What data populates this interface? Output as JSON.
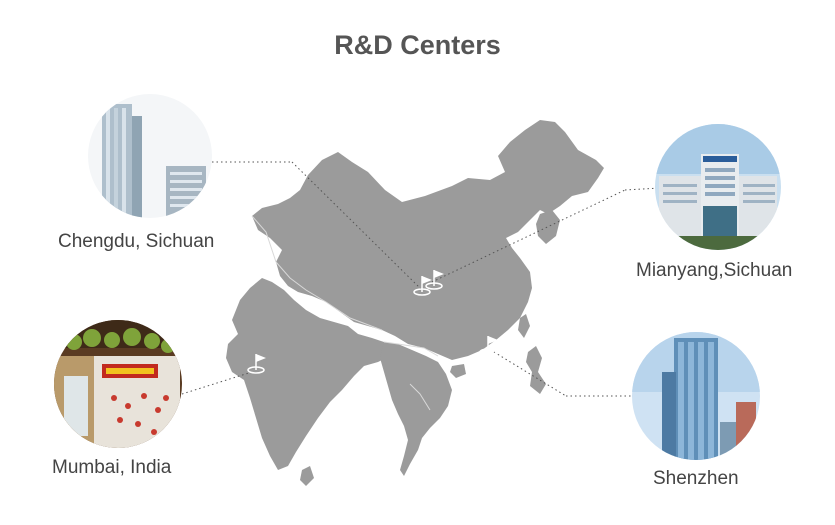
{
  "header": {
    "title": "R&D Centers"
  },
  "centers": [
    {
      "name": "Chengdu, Sichuan",
      "photo": "office-tower-photo"
    },
    {
      "name": "Mianyang,Sichuan",
      "photo": "headquarters-building-photo"
    },
    {
      "name": "Mumbai, India",
      "photo": "office-lobby-photo"
    },
    {
      "name": "Shenzhen",
      "photo": "glass-tower-photo"
    }
  ],
  "colors": {
    "map_fill": "#9b9b9b",
    "title": "#555555",
    "label": "#444444",
    "connector": "#555555"
  },
  "icons": [
    "flag-marker-icon"
  ]
}
